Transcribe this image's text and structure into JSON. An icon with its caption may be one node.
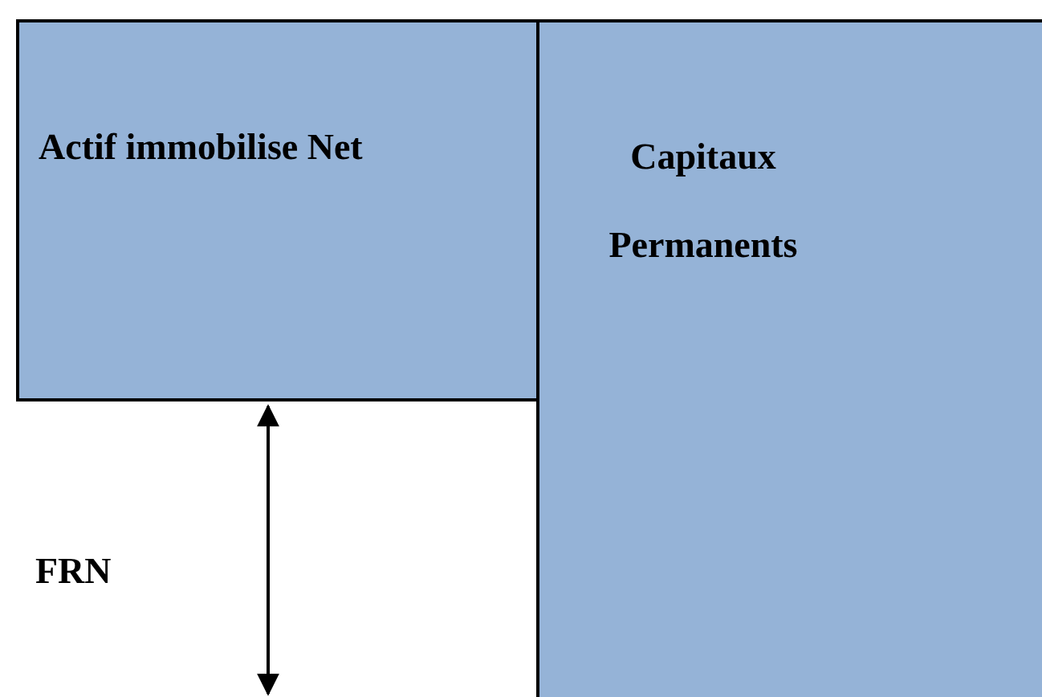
{
  "diagram": {
    "nodes": [
      {
        "text": [
          "Actif immobilise Net"
        ]
      },
      {
        "text": [
          "Capitaux Permanents"
        ]
      }
    ],
    "edges": [],
    "labels": [
      "FRN"
    ]
  }
}
